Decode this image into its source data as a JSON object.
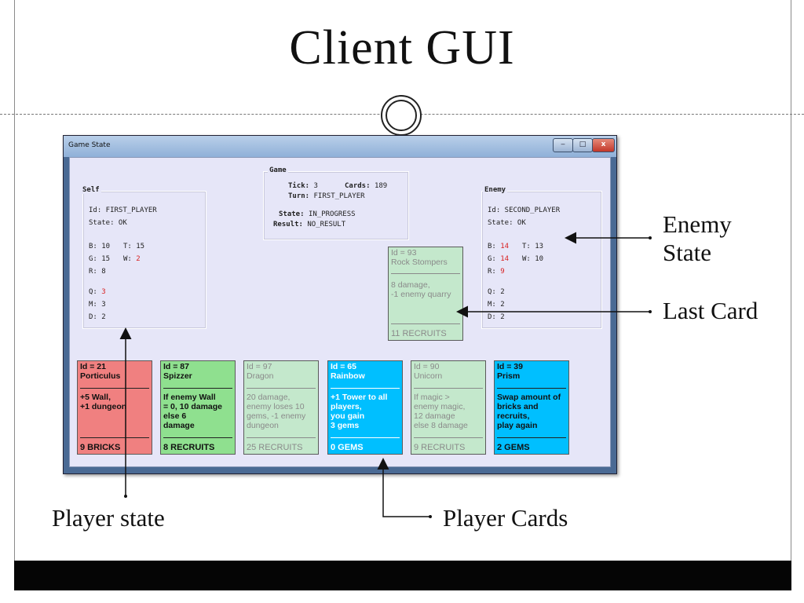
{
  "slide_title": "Client GUI",
  "window": {
    "title": "Game State",
    "controls": {
      "minimize": "‒",
      "maximize": "□",
      "close": "x"
    }
  },
  "self_panel": {
    "label": "Self",
    "lines": {
      "id": "Id: FIRST_PLAYER",
      "state": "State: OK",
      "b_label": "B:",
      "b_value": "10",
      "t_label": "T:",
      "t_value": "15",
      "g_label": "G:",
      "g_value": "15",
      "w_label": "W:",
      "w_value": "2",
      "r_label": "R:",
      "r_value": "8",
      "q_label": "Q:",
      "q_value": "3",
      "m_label": "M:",
      "m_value": "3",
      "d_label": "D:",
      "d_value": "2"
    }
  },
  "game_panel": {
    "label": "Game",
    "tick_label": "Tick:",
    "tick_value": "3",
    "cards_label": "Cards:",
    "cards_value": "189",
    "turn_label": "Turn:",
    "turn_value": "FIRST_PLAYER",
    "state_label": "State:",
    "state_value": "IN_PROGRESS",
    "result_label": "Result:",
    "result_value": "NO_RESULT"
  },
  "enemy_panel": {
    "label": "Enemy",
    "lines": {
      "id": "Id: SECOND_PLAYER",
      "state": "State: OK",
      "b_label": "B:",
      "b_value": "14",
      "t_label": "T:",
      "t_value": "13",
      "g_label": "G:",
      "g_value": "14",
      "w_label": "W:",
      "w_value": "10",
      "r_label": "R:",
      "r_value": "9",
      "q_label": "Q:",
      "q_value": "2",
      "m_label": "M:",
      "m_value": "2",
      "d_label": "D:",
      "d_value": "2"
    }
  },
  "last_card": {
    "id": "Id = 93",
    "name": "Rock Stompers",
    "desc": "8 damage,\n-1 enemy quarry",
    "cost": "11 RECRUITS",
    "color": "#c4e8cc"
  },
  "player_cards": [
    {
      "id": "Id = 21",
      "name": "Porticulus",
      "desc": "+5 Wall,\n+1 dungeon",
      "cost": "9 BRICKS",
      "color": "#f08080"
    },
    {
      "id": "Id = 87",
      "name": "Spizzer",
      "desc": "If enemy Wall\n= 0, 10 damage\nelse 6\ndamage",
      "cost": "8 RECRUITS",
      "color": "#8fe08f"
    },
    {
      "id": "Id = 97",
      "name": "Dragon",
      "desc": "20 damage,\nenemy loses 10\ngems, -1 enemy\ndungeon",
      "cost": "25 RECRUITS",
      "color": "#c4e8cc"
    },
    {
      "id": "Id = 65",
      "name": "Rainbow",
      "desc": "+1 Tower to all\nplayers,\nyou gain\n3 gems",
      "cost": "0 GEMS",
      "color": "#00bfff"
    },
    {
      "id": "Id = 90",
      "name": "Unicorn",
      "desc": "If magic >\nenemy magic,\n12 damage\nelse 8 damage",
      "cost": "9 RECRUITS",
      "color": "#c4e8cc"
    },
    {
      "id": "Id = 39",
      "name": "Prism",
      "desc": "Swap amount of\nbricks and\nrecruits,\nplay again",
      "cost": "2 GEMS",
      "color": "#00bfff"
    }
  ],
  "annotations": {
    "enemy_state": "Enemy\nState",
    "last_card": "Last Card",
    "player_state": "Player state",
    "player_cards": "Player Cards"
  }
}
